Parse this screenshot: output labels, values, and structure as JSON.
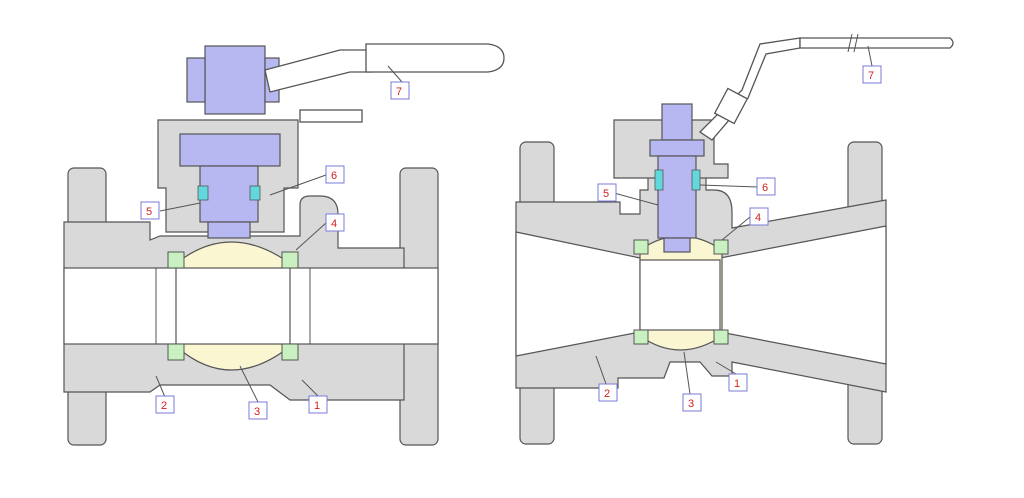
{
  "left_valve": {
    "labels": [
      "1",
      "2",
      "3",
      "4",
      "5",
      "6",
      "7"
    ]
  },
  "right_valve": {
    "labels": [
      "1",
      "2",
      "3",
      "4",
      "5",
      "6",
      "7"
    ]
  },
  "colors": {
    "body": "#d9d9d9",
    "stem": "#b7b7f2",
    "ball": "#fbf6d2",
    "seat": "#c9f0c0",
    "packing": "#62d8dc",
    "label": "#d22020"
  }
}
